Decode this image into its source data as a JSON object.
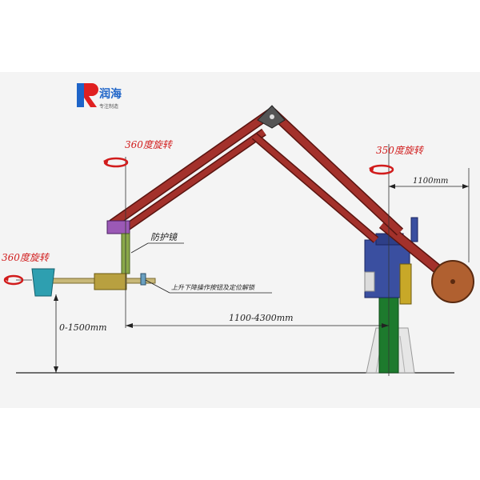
{
  "brand": {
    "name": "润海",
    "tagline": "专注制造",
    "logo_colors": {
      "blue": "#1e64c8",
      "red": "#e02020"
    }
  },
  "labels": {
    "rot_top_left": "360度旋转",
    "rot_right": "350度旋转",
    "rot_left": "360度旋转",
    "mirror": "防护镜",
    "buttons": "上升下降操作按钮及定位解锁",
    "dim_counter": "1100mm",
    "dim_reach": "1100-4300mm",
    "dim_height": "0-1500mm"
  },
  "colors": {
    "arm": "#a3312b",
    "arm_edge": "#5a1410",
    "column": "#1d7a2d",
    "base": "#e0e0e0",
    "housing": "#3a4fa0",
    "counterweight": "#b06030",
    "hopper": "#2e9fb0",
    "label_red": "#d11c1c",
    "background_band": "#f3f3f3"
  }
}
